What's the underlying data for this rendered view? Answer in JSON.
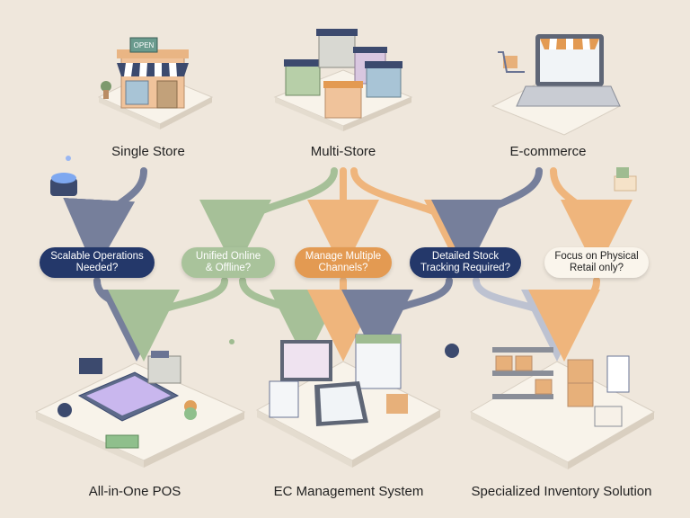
{
  "sources": [
    {
      "label": "Single Store"
    },
    {
      "label": "Multi-Store"
    },
    {
      "label": "E-commerce"
    }
  ],
  "questions": [
    {
      "label": "Scalable Operations\nNeeded?",
      "bg": "#24386a",
      "fg": "#ffffff"
    },
    {
      "label": "Unified Online\n& Offline?",
      "bg": "#a9c39b",
      "fg": "#ffffff"
    },
    {
      "label": "Manage Multiple\nChannels?",
      "bg": "#e39a52",
      "fg": "#ffffff"
    },
    {
      "label": "Detailed Stock\nTracking Required?",
      "bg": "#24386a",
      "fg": "#ffffff"
    },
    {
      "label": "Focus on Physical\nRetail only?",
      "bg": "#faf5ec",
      "fg": "#222222"
    }
  ],
  "outcomes": [
    {
      "label": "All-in-One POS"
    },
    {
      "label": "EC Management System"
    },
    {
      "label": "Specialized Inventory Solution"
    }
  ],
  "store_sign": "OPEN",
  "colors": {
    "navy": "#5a6687",
    "green": "#a9c39b",
    "orange": "#f0b77a",
    "platform": "#f7f1e8"
  }
}
